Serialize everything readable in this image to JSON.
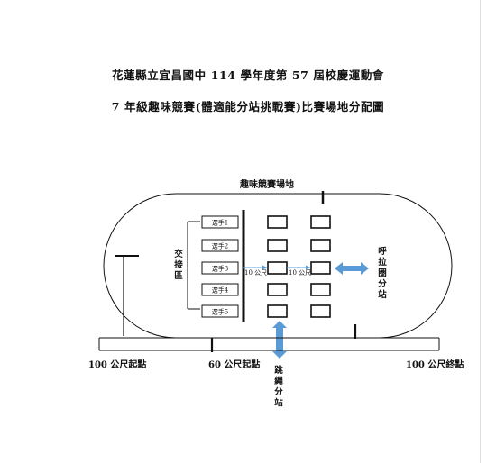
{
  "document": {
    "title_line1": "花蓮縣立宜昌國中 114 學年度第 57 屆校慶運動會",
    "title_line2": "7 年級趣味競賽(體適能分站挑戰賽)比賽場地分配圖"
  },
  "diagram": {
    "field_label": "趣味競賽場地",
    "handover_zone": "交接區",
    "runners": [
      "選手1",
      "選手2",
      "選手3",
      "選手4",
      "選手5"
    ],
    "distance_a": "10 公尺",
    "distance_b": "10 公尺",
    "hula_station": "呼拉圈分站",
    "rope_station": "跳繩分站",
    "start_100": "100 公尺起點",
    "start_60": "60 公尺起點",
    "finish_100": "100 公尺終點",
    "colors": {
      "arrow": "#5B9BD5",
      "line": "#111111"
    }
  }
}
